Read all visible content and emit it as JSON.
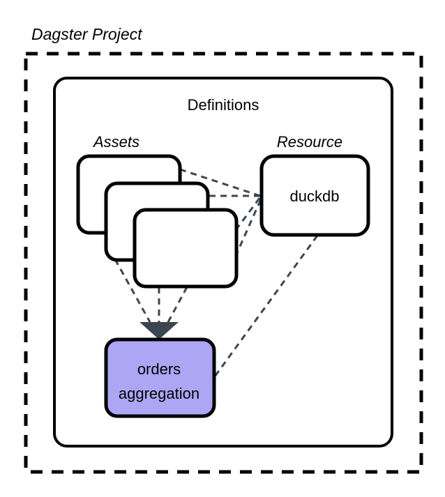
{
  "diagram": {
    "type": "architecture-diagram",
    "title": "Dagster Project",
    "containers": [
      {
        "id": "dagster-project",
        "label": "Dagster Project",
        "border_style": "dashed",
        "label_position": "outside-top-left"
      },
      {
        "id": "definitions",
        "label": "Definitions",
        "border_style": "solid",
        "label_position": "inside-top-center"
      }
    ],
    "sections": [
      {
        "id": "assets",
        "label": "Assets"
      },
      {
        "id": "resource",
        "label": "Resource"
      }
    ],
    "nodes": [
      {
        "id": "asset-card-1",
        "label": "",
        "fill": "#ffffff",
        "stroke": "#000000"
      },
      {
        "id": "asset-card-2",
        "label": "",
        "fill": "#ffffff",
        "stroke": "#000000"
      },
      {
        "id": "asset-card-3",
        "label": "",
        "fill": "#ffffff",
        "stroke": "#000000"
      },
      {
        "id": "duckdb",
        "label": "duckdb",
        "fill": "#ffffff",
        "stroke": "#000000"
      },
      {
        "id": "orders-aggregation",
        "label_line1": "orders",
        "label_line2": "aggregation",
        "fill": "#ADA6F5",
        "stroke": "#000000"
      }
    ],
    "edges": [
      {
        "from": "asset-card-1",
        "to": "duckdb",
        "style": "dashed"
      },
      {
        "from": "asset-card-2",
        "to": "duckdb",
        "style": "dashed"
      },
      {
        "from": "asset-card-3",
        "to": "duckdb",
        "style": "dashed"
      },
      {
        "from": "asset-card-1",
        "to": "orders-aggregation",
        "style": "dashed",
        "arrow": true
      },
      {
        "from": "asset-card-2",
        "to": "orders-aggregation",
        "style": "dashed",
        "arrow": true
      },
      {
        "from": "asset-card-3",
        "to": "orders-aggregation",
        "style": "dashed",
        "arrow": true
      },
      {
        "from": "duckdb",
        "to": "orders-aggregation",
        "style": "dashed"
      }
    ],
    "colors": {
      "background": "#ffffff",
      "stroke": "#000000",
      "edge": "#3C4650",
      "arrowhead": "#3C4650",
      "highlight_fill": "#ADA6F5"
    }
  }
}
